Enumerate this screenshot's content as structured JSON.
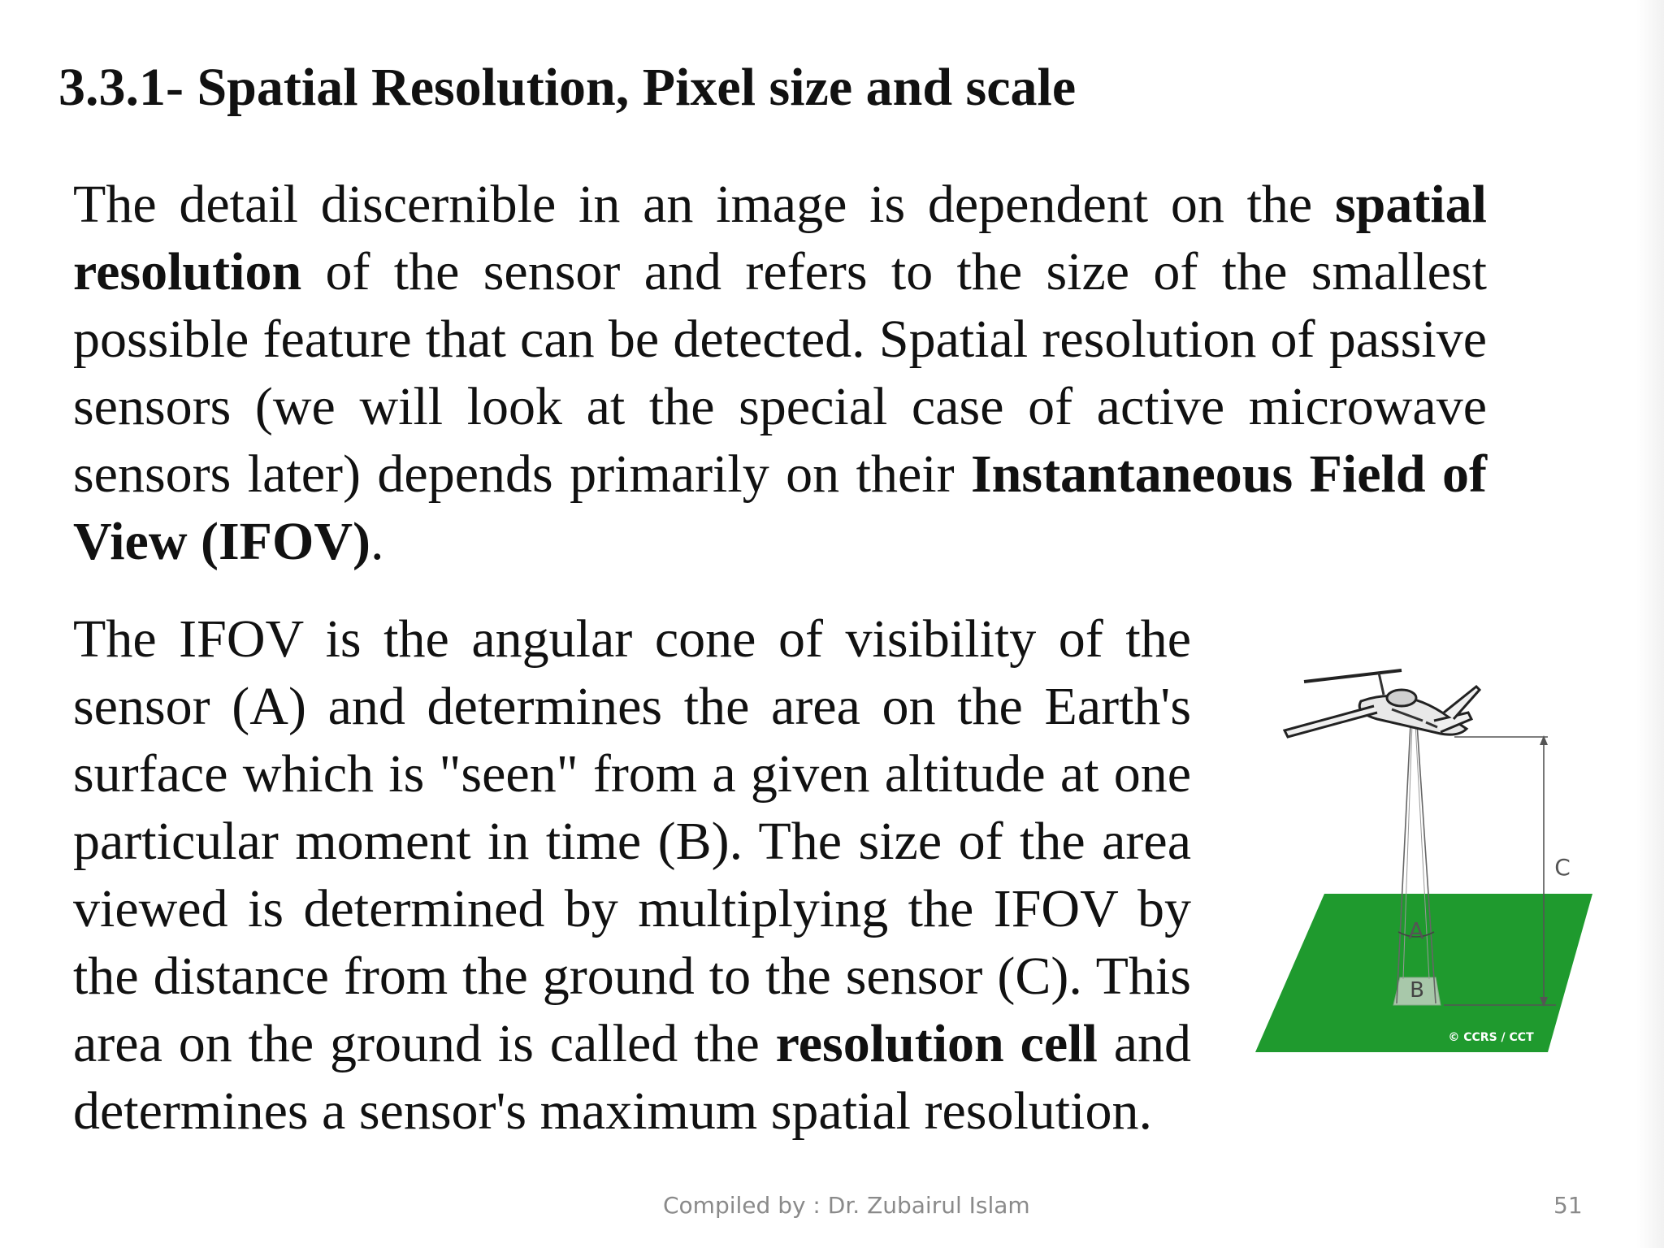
{
  "slide": {
    "title": "3.3.1- Spatial Resolution, Pixel size and scale",
    "paragraph1": {
      "t1": "The detail discernible in an image is dependent on the ",
      "b1": "spatial resolution",
      "t2": " of the sensor and refers to the size of the smallest possible feature that can be detected. Spatial resolution of passive sensors (we will look at the special case of active microwave sensors later) depends primarily on their ",
      "b2": "Instantaneous Field of View (IFOV)",
      "t3": "."
    },
    "paragraph2": {
      "t1": "The IFOV is the angular cone of visibility of the sensor (A) and determines the area on the Earth's surface which is \"seen\" from a given altitude at one particular moment in time (B). The size of the area viewed is determined by multiplying the IFOV by the distance from the ground to the sensor (C). This area on the ground is called the ",
      "b1": "resolution cell",
      "t2": " and determines a sensor's maximum spatial resolution."
    },
    "figure": {
      "label_a": "A",
      "label_b": "B",
      "label_c": "C",
      "credit": "© CCRS / CCT",
      "ground_color": "#1f9a2e"
    },
    "footer": {
      "credit": "Compiled by : Dr. Zubairul Islam",
      "page_number": "51"
    }
  }
}
